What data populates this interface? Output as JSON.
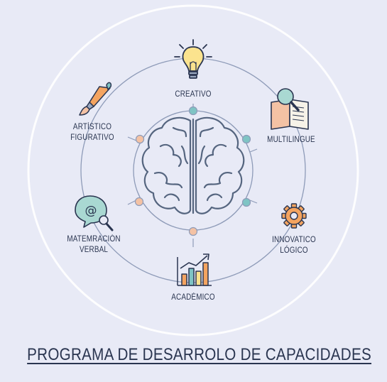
{
  "title": "PROGRAMA DE DESARROLO DE CAPACIDADES",
  "nodes": [
    {
      "id": "creativo",
      "icon": "lightbulb-icon",
      "lines": [
        "CREATIVO"
      ]
    },
    {
      "id": "multilingue",
      "icon": "book-magnifier-icon",
      "lines": [
        "MULTILINGÜE"
      ]
    },
    {
      "id": "innovatico",
      "icon": "gear-icon",
      "lines": [
        "INNOVATICO",
        "LÓGICO"
      ]
    },
    {
      "id": "academico",
      "icon": "bar-chart-icon",
      "lines": [
        "ACADÉMICO"
      ]
    },
    {
      "id": "matemracion",
      "icon": "chat-at-search-icon",
      "lines": [
        "MATEMRACIÓN",
        "VERBAL"
      ]
    },
    {
      "id": "artistico",
      "icon": "paintbrush-icon",
      "lines": [
        "ARTÍSTICO",
        "FIGURATIVO"
      ]
    }
  ],
  "center_icon": "brain-icon",
  "colors": {
    "background": "#e8eaf6",
    "text": "#2a3550",
    "line": "#8e9bb8",
    "accent_teal": "#7fc4c4",
    "accent_peach": "#f4c2a4",
    "accent_yellow": "#fbe38e",
    "accent_orange": "#f4a460"
  }
}
